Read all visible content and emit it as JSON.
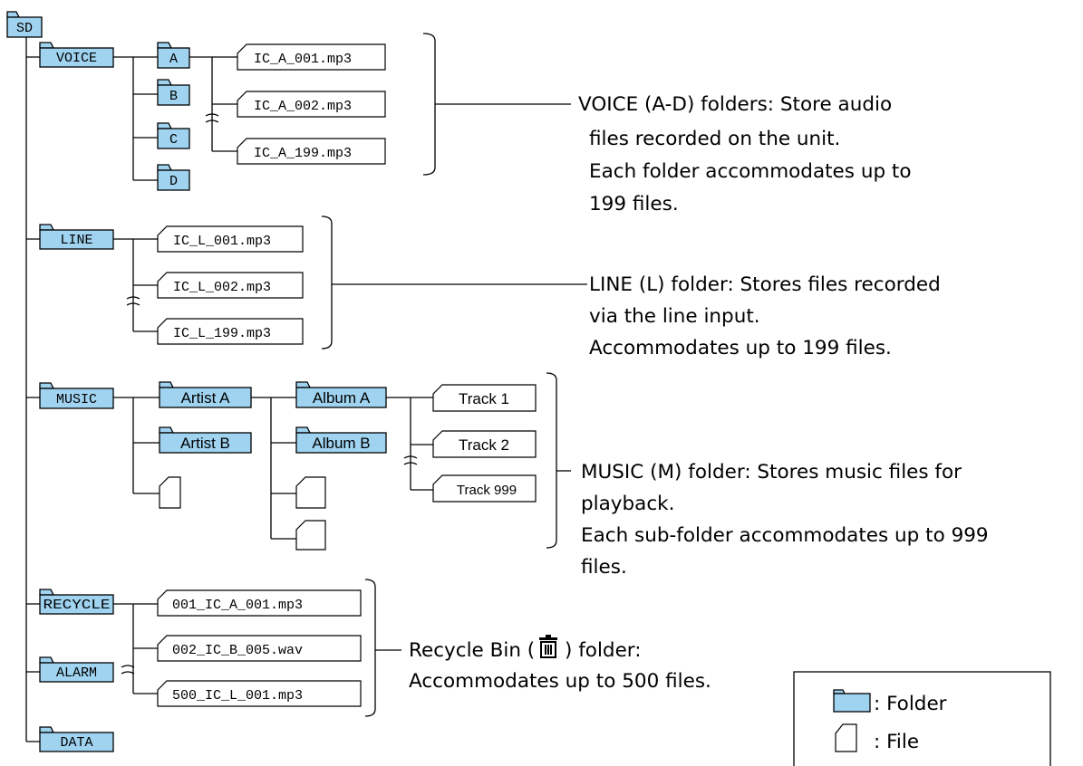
{
  "root": "SD",
  "voice": {
    "folder": "VOICE",
    "subfolders": [
      "A",
      "B",
      "C",
      "D"
    ],
    "files": [
      "IC_A_001.mp3",
      "IC_A_002.mp3",
      "IC_A_199.mp3"
    ],
    "description": [
      "VOICE (A-D) folders: Store audio",
      "files recorded on the unit.",
      "Each folder accommodates up to",
      "199 files."
    ]
  },
  "line": {
    "folder": "LINE",
    "files": [
      "IC_L_001.mp3",
      "IC_L_002.mp3",
      "IC_L_199.mp3"
    ],
    "description": [
      "LINE (L) folder: Stores files recorded",
      "via the line input.",
      "Accommodates up to 199 files."
    ]
  },
  "music": {
    "folder": "MUSIC",
    "artists": [
      "Artist A",
      "Artist B"
    ],
    "albums": [
      "Album A",
      "Album B"
    ],
    "tracks": [
      "Track 1",
      "Track 2",
      "Track 999"
    ],
    "description": [
      "MUSIC (M) folder: Stores music files for",
      "playback.",
      "Each sub-folder accommodates up to 999",
      "files."
    ]
  },
  "recycle": {
    "folder": "RECYCLE",
    "files": [
      "001_IC_A_001.mp3",
      "002_IC_B_005.wav",
      "500_IC_L_001.mp3"
    ],
    "description_line1_prefix": "Recycle Bin (",
    "description_line1_suffix": ") folder:",
    "description_line2": "Accommodates up to 500 files."
  },
  "alarm": {
    "folder": "ALARM"
  },
  "data": {
    "folder": "DATA"
  },
  "legend": {
    "folder_label": ": Folder",
    "file_label": ": File"
  },
  "colors": {
    "folder_fill": "#9fd3f0",
    "file_fill": "#ffffff",
    "line": "#000000"
  }
}
